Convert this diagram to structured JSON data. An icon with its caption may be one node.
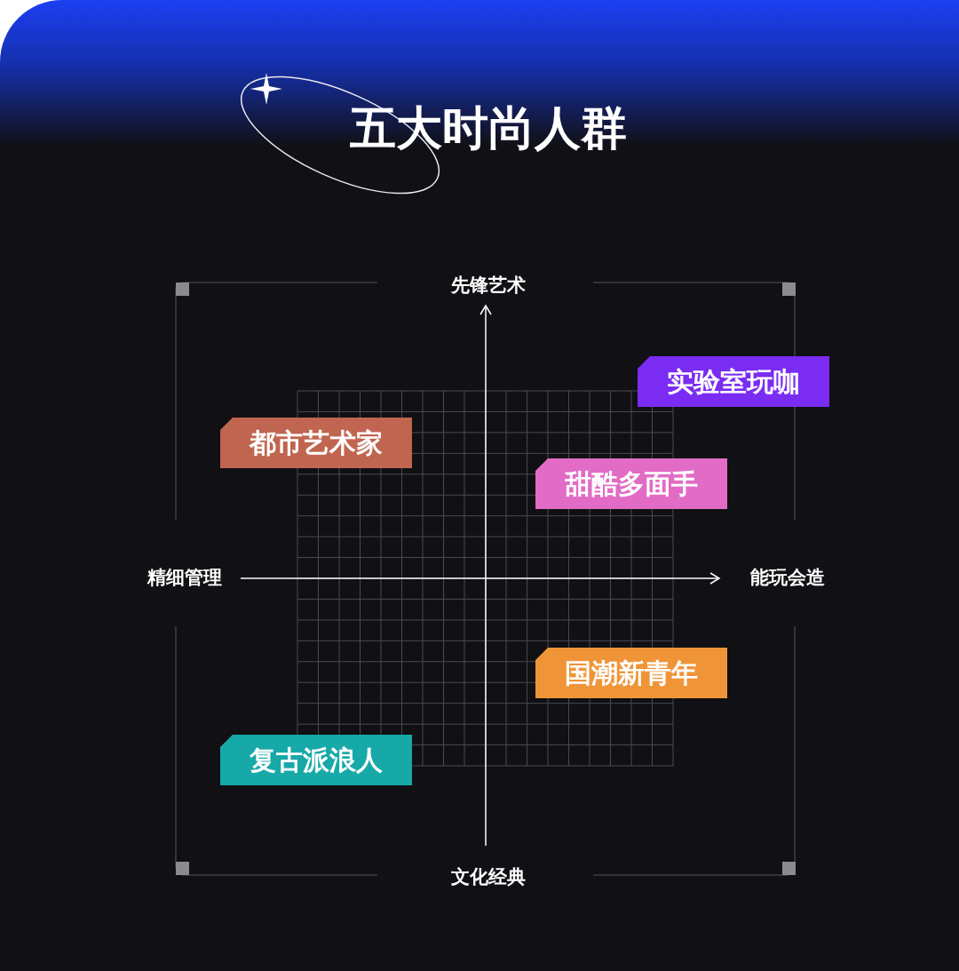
{
  "diagram": {
    "title": "五大时尚人群",
    "nodes": [
      {
        "text": [
          "实验室玩咖"
        ]
      },
      {
        "text": [
          "都市艺术家"
        ]
      },
      {
        "text": [
          "甜酷多面手"
        ]
      },
      {
        "text": [
          "国潮新青年"
        ]
      },
      {
        "text": [
          "复古派浪人"
        ]
      }
    ],
    "labels": [
      "先锋艺术",
      "精细管理",
      "能玩会造",
      "文化经典"
    ]
  }
}
